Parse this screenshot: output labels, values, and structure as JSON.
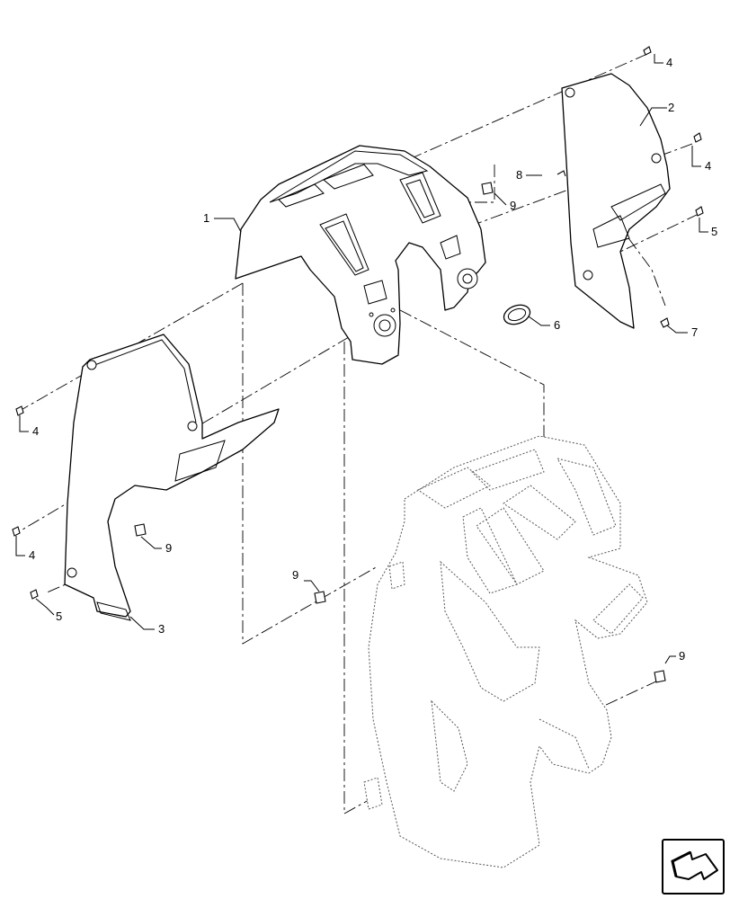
{
  "callouts": [
    "1",
    "2",
    "3",
    "4",
    "4",
    "4",
    "4",
    "5",
    "5",
    "6",
    "7",
    "8",
    "9",
    "9",
    "9",
    "9"
  ],
  "nav_icon": "next-page-arrow-icon"
}
